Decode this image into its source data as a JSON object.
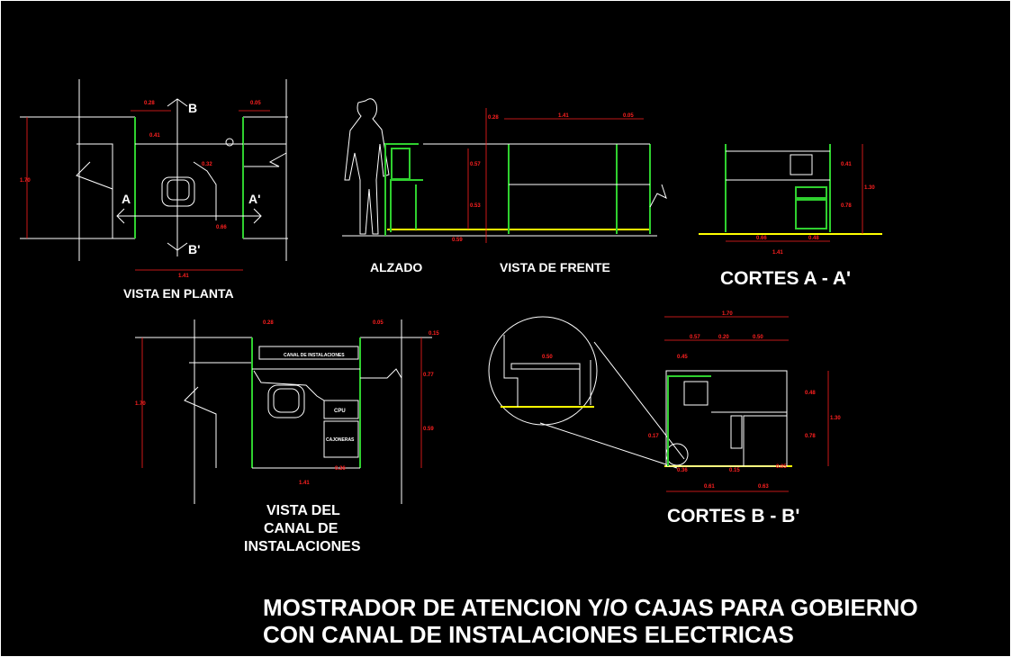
{
  "title_line1": "MOSTRADOR DE ATENCION Y/O CAJAS PARA GOBIERNO",
  "title_line2": "CON CANAL DE INSTALACIONES ELECTRICAS",
  "labels": {
    "planta": "VISTA EN PLANTA",
    "alzado": "ALZADO",
    "frente": "VISTA DE FRENTE",
    "cortes_a": "CORTES A - A'",
    "canal_1": "VISTA DEL",
    "canal_2": "CANAL DE",
    "canal_3": "INSTALACIONES",
    "cortes_b": "CORTES B - B'",
    "sec_a": "A",
    "sec_a2": "A'",
    "sec_b": "B",
    "sec_b2": "B'",
    "canal_text": "CANAL DE INSTALACIONES",
    "cpu": "CPU",
    "cajoneras": "CAJONERAS"
  },
  "dimensions": {
    "d170": "1.70",
    "d141": "1.41",
    "d028": "0.28",
    "d005": "0.05",
    "d041": "0.41",
    "d032": "0.32",
    "d066": "0.66",
    "d057": "0.57",
    "d053": "0.53",
    "d077": "0.77",
    "d059": "0.59",
    "d130": "1.30",
    "d048": "0.48",
    "d020": "0.20",
    "d050": "0.50",
    "d045": "0.45",
    "d078": "0.78",
    "d017": "0.17",
    "d036": "0.36",
    "d061": "0.61",
    "d015": "0.15",
    "d063": "0.63"
  },
  "colors": {
    "background": "#000000",
    "lines": "#ffffff",
    "furniture": "#2fd02f",
    "dimensions": "#ff2020",
    "floor": "#ffff00"
  }
}
